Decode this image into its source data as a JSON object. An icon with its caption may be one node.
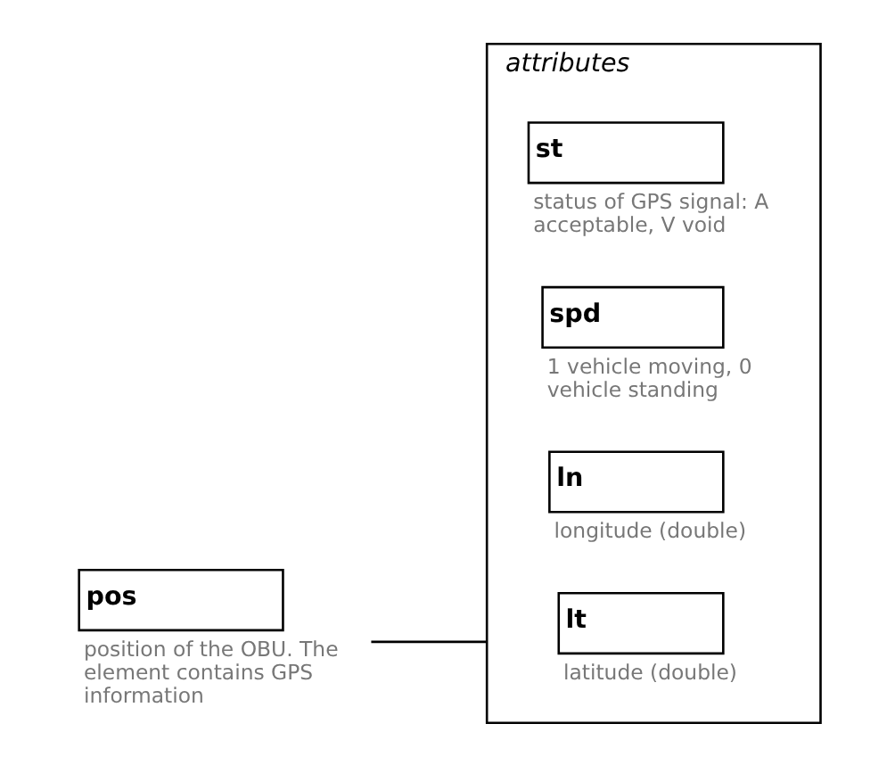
{
  "diagram": {
    "nodes": [
      {
        "text": [
          "pos"
        ],
        "beside": [
          "position of the OBU. The element contains GPS information"
        ]
      },
      {
        "text": [
          "attributes"
        ]
      },
      {
        "text": [
          "lt"
        ],
        "in": 1,
        "beside": [
          "latitude (double)"
        ]
      },
      {
        "text": [
          "ln"
        ],
        "in": 1,
        "beside": [
          "longitude (double)"
        ]
      },
      {
        "text": [
          "spd"
        ],
        "in": 1,
        "beside": [
          "1 vehicle moving, 0 vehicle standing"
        ]
      },
      {
        "text": [
          "st"
        ],
        "in": 1,
        "beside": [
          "status of GPS signal: A acceptable, V void"
        ]
      }
    ],
    "edges": [
      {
        "from": 0,
        "to": 1,
        "arrow": "none"
      }
    ]
  }
}
